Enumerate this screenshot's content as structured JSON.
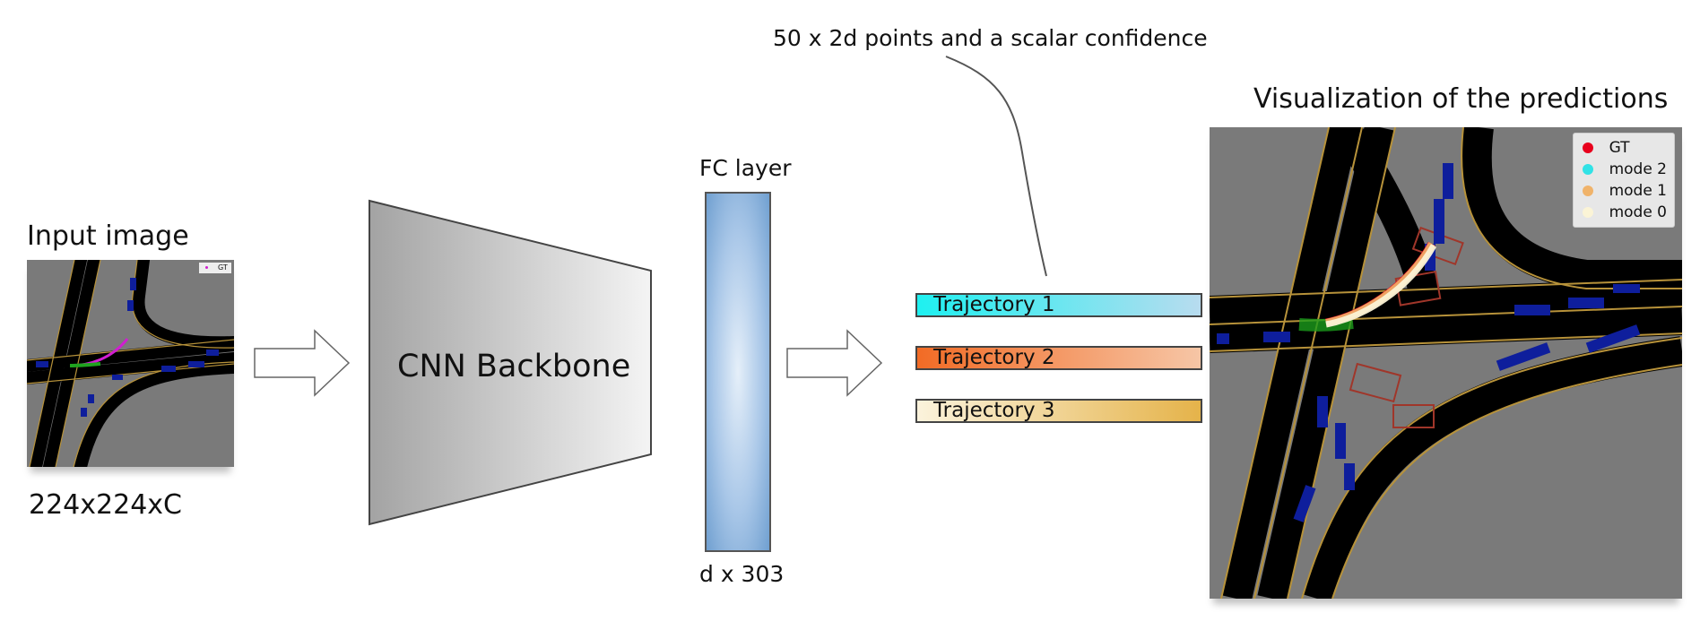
{
  "top_annotation": "50 x 2d points and a scalar confidence",
  "input": {
    "title": "Input image",
    "dims": "224x224xC",
    "mini_legend": "GT"
  },
  "backbone": {
    "label": "CNN Backbone"
  },
  "fc": {
    "title": "FC layer",
    "dims": "d x 303"
  },
  "trajectories": [
    {
      "label": "Trajectory 1",
      "color_start": "#1ef0f0",
      "color_end": "#b8dcef"
    },
    {
      "label": "Trajectory 2",
      "color_start": "#f26b25",
      "color_end": "#f6c6a6"
    },
    {
      "label": "Trajectory 3",
      "color_start": "#fbf3dc",
      "color_end": "#e5b34a"
    }
  ],
  "visualization": {
    "title": "Visualization of the predictions",
    "legend": [
      {
        "label": "GT",
        "color": "#e8001c"
      },
      {
        "label": "mode 2",
        "color": "#31e2e6"
      },
      {
        "label": "mode 1",
        "color": "#f0b36a"
      },
      {
        "label": "mode 0",
        "color": "#fbf4d6"
      }
    ]
  }
}
